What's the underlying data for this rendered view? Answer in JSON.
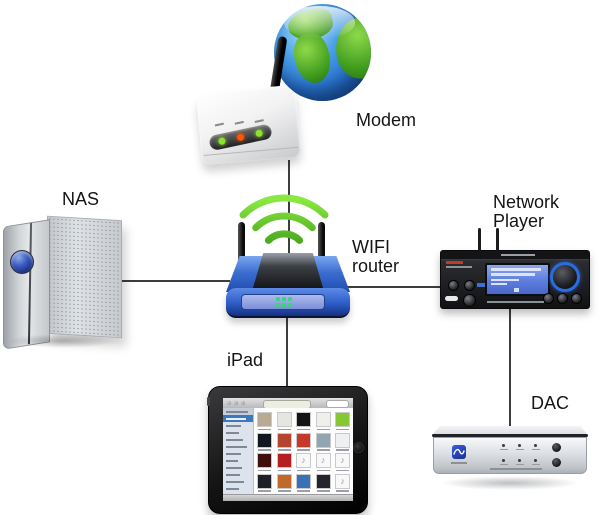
{
  "diagram": {
    "labels": {
      "modem": "Modem",
      "nas": "NAS",
      "wifi_line1": "WIFI",
      "wifi_line2": "router",
      "player_line1": "Network",
      "player_line2": "Player",
      "ipad": "iPad",
      "dac": "DAC"
    },
    "colors": {
      "cable": "#3d3d3d",
      "wifi_green_light": "#7fdd3a",
      "wifi_green_dark": "#2f8f12",
      "router_blue": "#2d5cc8",
      "globe_ocean": "#2a74cc",
      "globe_land": "#3f9c1d",
      "lcd_blue": "#5d7ede",
      "knob_ring_blue": "#2a6de0",
      "nas_orb_blue": "#3a5cc0",
      "dac_logo_blue": "#2b4bd0",
      "ipad_selected_row": "#3b78bc"
    },
    "modem": {
      "leds": [
        "#8ce22c",
        "#ff5400",
        "#8ce22c"
      ],
      "label_tags": 3
    },
    "router": {
      "led_squares": 6,
      "led_square_color": "#37d87b"
    },
    "ipad_screen": {
      "sidebar_row_widths": [
        22,
        20,
        15,
        13,
        17,
        21,
        15,
        12,
        16,
        14,
        18,
        13
      ],
      "selected_row_index": 1,
      "album_note_glyph": "♪",
      "albums": [
        {
          "c": "#b9ab93",
          "note": false
        },
        {
          "c": "#e7e5e0",
          "note": false
        },
        {
          "c": "#141414",
          "note": false
        },
        {
          "c": "#f1efe9",
          "note": false
        },
        {
          "c": "#86c832",
          "note": false
        },
        {
          "c": "#12161f",
          "note": false
        },
        {
          "c": "#b5452f",
          "note": false
        },
        {
          "c": "#c5392b",
          "note": false
        },
        {
          "c": "#93a5b1",
          "note": false
        },
        {
          "c": "#eef0f2",
          "note": false
        },
        {
          "c": "#41100e",
          "note": false
        },
        {
          "c": "#b42020",
          "note": false
        },
        {
          "c": "#f8f8f8",
          "note": true
        },
        {
          "c": "#f8f8f8",
          "note": true
        },
        {
          "c": "#f8f8f8",
          "note": true
        },
        {
          "c": "#1d2026",
          "note": false
        },
        {
          "c": "#c06a2a",
          "note": false
        },
        {
          "c": "#3a70b5",
          "note": false
        },
        {
          "c": "#23242c",
          "note": false
        },
        {
          "c": "#f8f8f8",
          "note": true
        }
      ]
    },
    "dac_panel": {
      "led_rows": 2,
      "leds_per_row": 3
    }
  }
}
